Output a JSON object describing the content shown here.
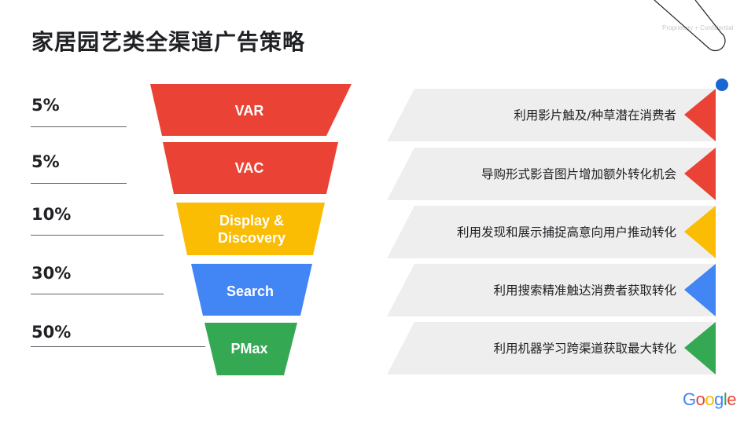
{
  "title": "家居园艺类全渠道广告策略",
  "confidential": "Proprietary + Confidential",
  "funnel": [
    {
      "pct": "5%",
      "label": "VAR",
      "color": "#EA4335",
      "desc": "利用影片触及/种草潜在消费者"
    },
    {
      "pct": "5%",
      "label": "VAC",
      "color": "#EA4335",
      "desc": "导购形式影音图片增加额外转化机会"
    },
    {
      "pct": "10%",
      "label": [
        "Display &",
        "Discovery"
      ],
      "color": "#FBBC04",
      "desc": "利用发现和展示捕捉高意向用户推动转化"
    },
    {
      "pct": "30%",
      "label": "Search",
      "color": "#4285F4",
      "desc": "利用搜索精准触达消费者获取转化"
    },
    {
      "pct": "50%",
      "label": "PMax",
      "color": "#34A853",
      "desc": "利用机器学习跨渠道获取最大转化"
    }
  ],
  "logo": {
    "text": "Google",
    "colors": [
      "#4285F4",
      "#EA4335",
      "#FBBC04",
      "#4285F4",
      "#34A853",
      "#EA4335"
    ]
  }
}
